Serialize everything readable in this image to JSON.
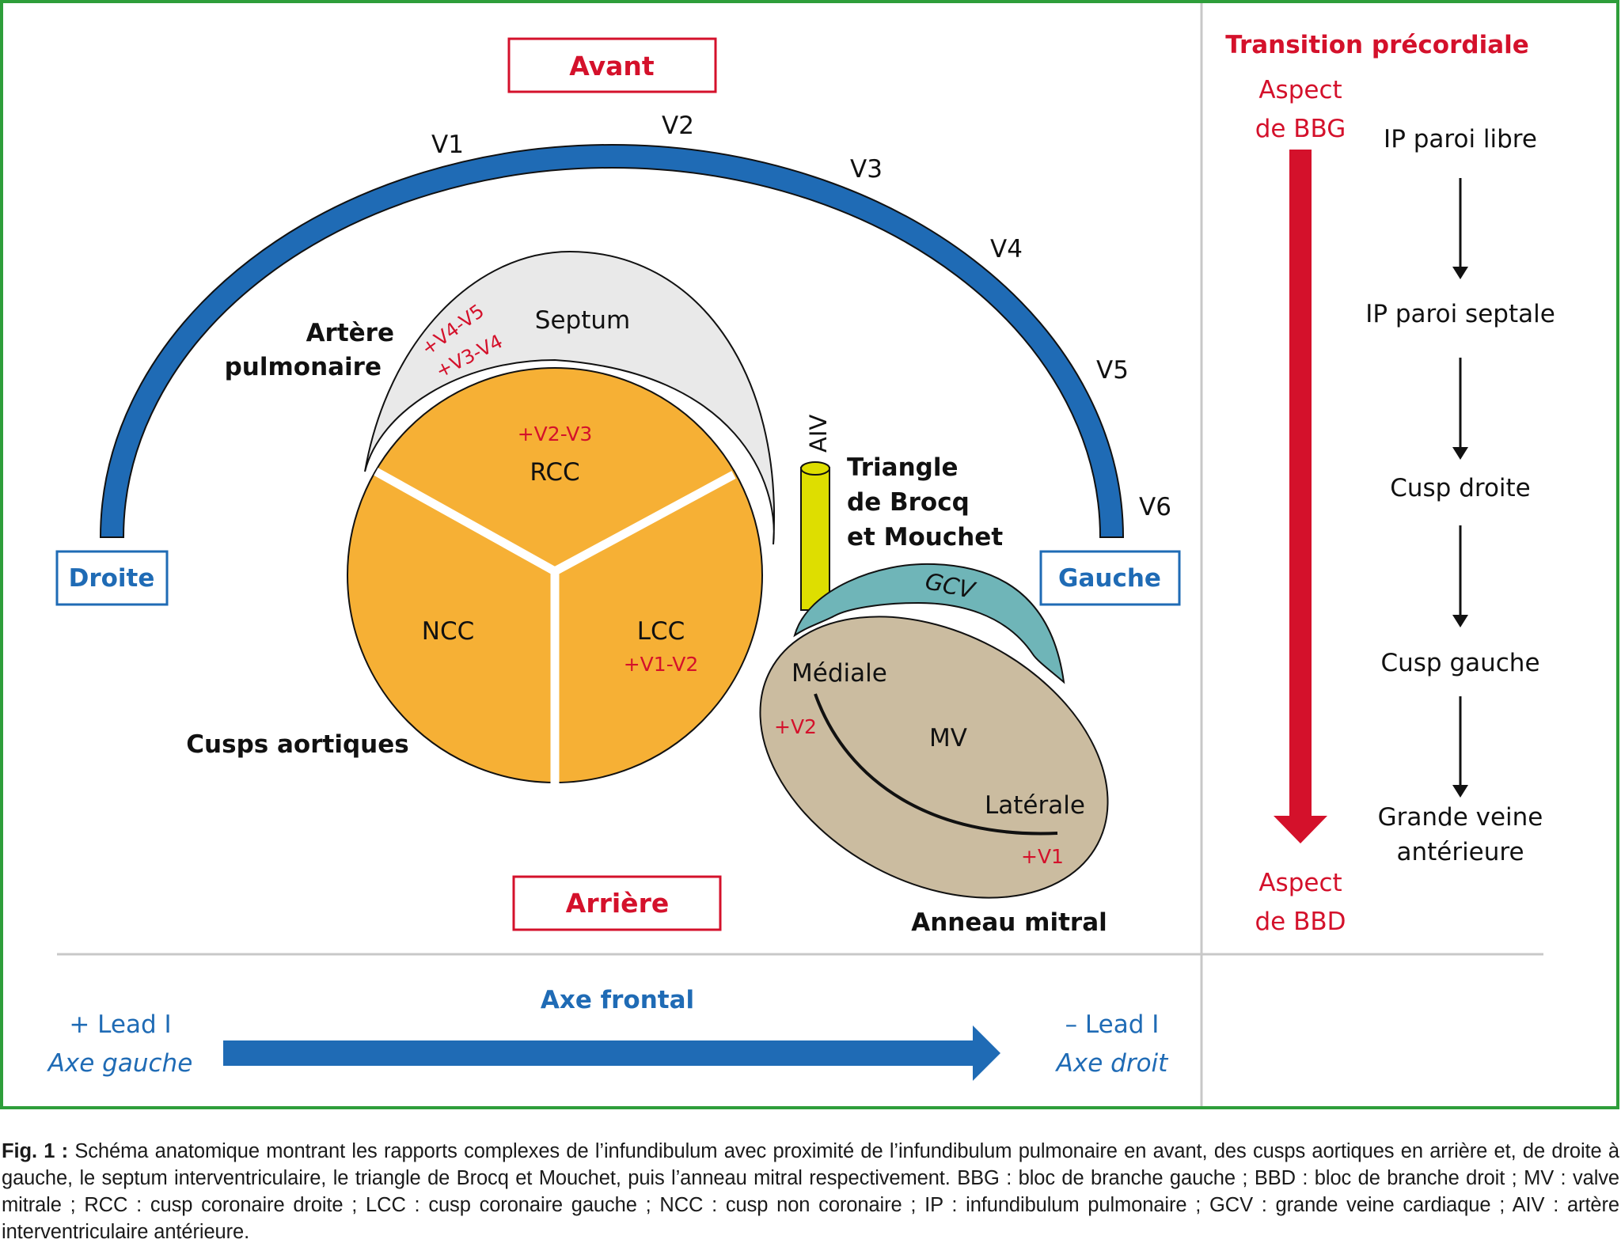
{
  "colors": {
    "frame_green": "#2e9e3a",
    "red": "#d4112b",
    "blue": "#1f6bb5",
    "orange": "#f6b035",
    "septum_gray": "#e9e9e9",
    "aiv_yellow": "#dede00",
    "gcv_teal": "#6fb5b8",
    "mitral_tan": "#cbbca0",
    "divider_gray": "#c8c8c8"
  },
  "orientation": {
    "front": "Avant",
    "back": "Arrière",
    "right": "Droite",
    "left": "Gauche"
  },
  "precordial_leads": [
    "V1",
    "V2",
    "V3",
    "V4",
    "V5",
    "V6"
  ],
  "structures": {
    "pulmonary_artery": [
      "Artère",
      "pulmonaire"
    ],
    "septum": {
      "label": "Septum",
      "leads": [
        "+V4-V5",
        "+V3-V4"
      ]
    },
    "aortic_cusps": {
      "title": "Cusps aortiques",
      "rcc": {
        "label": "RCC",
        "leads": "+V2-V3"
      },
      "ncc": {
        "label": "NCC"
      },
      "lcc": {
        "label": "LCC",
        "leads": "+V1-V2"
      }
    },
    "aiv": "AIV",
    "brocq_mouchet": [
      "Triangle",
      "de Brocq",
      "et Mouchet"
    ],
    "gcv": "GCV",
    "mitral": {
      "title": "Anneau mitral",
      "mv": "MV",
      "medial": "Médiale",
      "medial_leads": "+V2",
      "lateral": "Latérale",
      "lateral_leads": "+V1"
    }
  },
  "frontal_axis": {
    "title": "Axe frontal",
    "left_lead": "+ Lead I",
    "left_axis": "Axe gauche",
    "right_lead": "– Lead I",
    "right_axis": "Axe droit"
  },
  "transition": {
    "title": "Transition précordiale",
    "top": [
      "Aspect",
      "de BBG"
    ],
    "bottom": [
      "Aspect",
      "de BBD"
    ],
    "steps": [
      [
        "IP paroi libre"
      ],
      [
        "IP paroi septale"
      ],
      [
        "Cusp droite"
      ],
      [
        "Cusp gauche"
      ],
      [
        "Grande veine",
        "antérieure"
      ]
    ]
  },
  "caption": {
    "label": "Fig. 1 :",
    "text": " Schéma anatomique montrant les rapports complexes de l’infundibulum avec proximité de l’infundibulum pulmonaire en avant, des cusps aortiques en arrière et, de droite à gauche, le septum interventriculaire, le triangle de Brocq et Mouchet, puis l’anneau mitral respectivement. BBG : bloc de branche gauche ; BBD : bloc de branche droit ; MV : valve mitrale ; RCC : cusp coronaire droite ; LCC : cusp coronaire gauche ; NCC : cusp non coronaire ; IP : infundibulum pulmonaire ; GCV : grande veine cardiaque ; AIV : artère interventriculaire antérieure."
  }
}
